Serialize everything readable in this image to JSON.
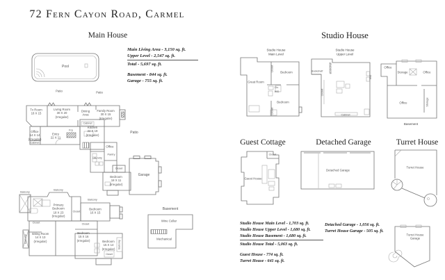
{
  "page": {
    "title": "72 Fern Cayon Road, Carmel"
  },
  "main_house": {
    "title": "Main House",
    "pool_label": "Pool",
    "patio_left": "Patio",
    "patio_right": "Patio",
    "patio_inner": "Patio",
    "stats": {
      "main_living": "Main Living Area - 3,150 sq. ft.",
      "upper_level": "Upper Level - 2,547 sq. ft.",
      "total": "Total - 5,697 sq. ft.",
      "basement": "Basement - 844 sq. ft.",
      "garage": "Garage - 755 sq. ft."
    },
    "main_level": {
      "tv_room": "Tv Room\n18 X 15",
      "living_room": "Living Room\n30 X 20\n(Irregular)",
      "dining_area": "Dining\nArea",
      "family_room": "Family Room\n30 X 15\n(Irregular)",
      "kitchen": "Kitchen\n22 X 19\n(Irregular)",
      "cabinet_top": "Cabinet",
      "office_front": "Office\n14 X 14\n(Irregular)",
      "cabinet": "Cabinet",
      "entry": "Entry\n22 X 11",
      "frp": "Frp",
      "office_rear": "Office",
      "laundry": "Laundry",
      "pantry": "Pantry",
      "closet": "Closet",
      "bedroom": "Bedroom\n18 X 11\n(Irregular)",
      "garage": "Garage"
    },
    "upper_level": {
      "balcony_1": "Balcony",
      "balcony_2": "Balcony",
      "balcony_3": "Balcony",
      "balcony_side": "Balcony",
      "balcony_side2": "Balcony",
      "primary_bedroom": "Primary\nBedroom\n18 X 23\n(Irregular)",
      "closet_1": "Closet",
      "bedroom_1": "Bedroom\n16 X 15",
      "closet_2": "Closet",
      "sitting_room": "Sitting Room\n14 X 13\n(Irregular)",
      "closet_3": "Closet",
      "bedroom_2": "Bedroom\n15 X 16\n(Irregular)",
      "bedroom_3": "Bedroom\n15 X 14\n(Irregular)",
      "closet_4": "Closet"
    },
    "basement": {
      "caption": "Basement",
      "wine_cellar": "Wine Cellar",
      "mechanical": "Mechanical"
    }
  },
  "studio_house": {
    "title": "Studio House",
    "main_level_caption": "Studio House\nMain Level",
    "upper_level_caption": "Studio House\nUpper Level",
    "basement_caption": "Basement",
    "main_level": {
      "great_room": "Great Room",
      "bedroom_top": "Bedroom",
      "closet_v": "Closet",
      "clo": "Clo.",
      "wd": "W/D",
      "bedroom_bottom": "Bedroom",
      "closet_b": "Closet"
    },
    "upper_level": {
      "bookshelf_v": "Bookshelf",
      "bookshelf_h": "Bookshelf",
      "closet_v": "Closet",
      "wd_v": "W/D",
      "cabinet": "Cabinet"
    },
    "basement_level": {
      "office_left": "Office",
      "storage": "Storage",
      "office_right": "Office",
      "office_lower": "Office",
      "storage_v": "Storage"
    },
    "stats": {
      "main_level": "Studio House Main Level - 1,703 sq. ft.",
      "upper_level": "Studio House Upper Level - 1,680 sq. ft.",
      "basement": "Studio House Basement - 1,680 sq. ft.",
      "total": "Studio House Total - 5,063 sq. ft.",
      "guest_house": "Guest House - 774 sq. ft.",
      "turret_house": "Turret House - 641 sq. ft."
    }
  },
  "guest_cottage": {
    "title": "Guest Cottage",
    "label": "Guest House",
    "closet": "Closet"
  },
  "detached_garage": {
    "title": "Detached Garage",
    "label": "Detached Garage",
    "stats": {
      "detached": "Detached Garage - 1,056 sq. ft.",
      "turret": "Turret House Garage - 505 sq. ft."
    }
  },
  "turret_house": {
    "title": "Turret House",
    "label": "Turret House",
    "garage_label": "Turret House\nGarage"
  }
}
